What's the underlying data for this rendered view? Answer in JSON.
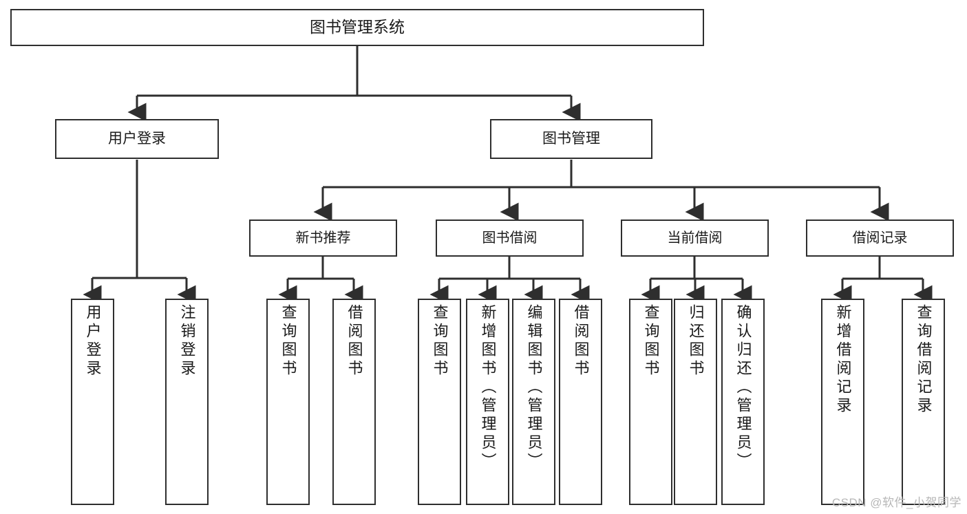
{
  "diagram": {
    "title": "图书管理系统",
    "type": "tree-hierarchy-chart",
    "watermark": "CSDN @软件_小贺同学",
    "colors": {
      "stroke": "#2e2e2e",
      "fill": "#ffffff",
      "text": "#1a1a1a",
      "watermark": "#b7b7b7"
    },
    "root": {
      "label": "图书管理系统"
    },
    "level2": [
      {
        "label": "用户登录"
      },
      {
        "label": "图书管理"
      }
    ],
    "level3": [
      {
        "label": "新书推荐"
      },
      {
        "label": "图书借阅"
      },
      {
        "label": "当前借阅"
      },
      {
        "label": "借阅记录"
      }
    ],
    "leaves": {
      "user_login": [
        {
          "label": "用户登录"
        },
        {
          "label": "注销登录"
        }
      ],
      "new_book_recommend": [
        {
          "label": "查询图书"
        },
        {
          "label": "借阅图书"
        }
      ],
      "book_borrow": [
        {
          "label": "查询图书"
        },
        {
          "label": "新增图书（管理员）"
        },
        {
          "label": "编辑图书（管理员）"
        },
        {
          "label": "借阅图书"
        }
      ],
      "current_borrow": [
        {
          "label": "查询图书"
        },
        {
          "label": "归还图书"
        },
        {
          "label": "确认归还（管理员）"
        }
      ],
      "borrow_records": [
        {
          "label": "新增借阅记录"
        },
        {
          "label": "查询借阅记录"
        }
      ]
    }
  }
}
